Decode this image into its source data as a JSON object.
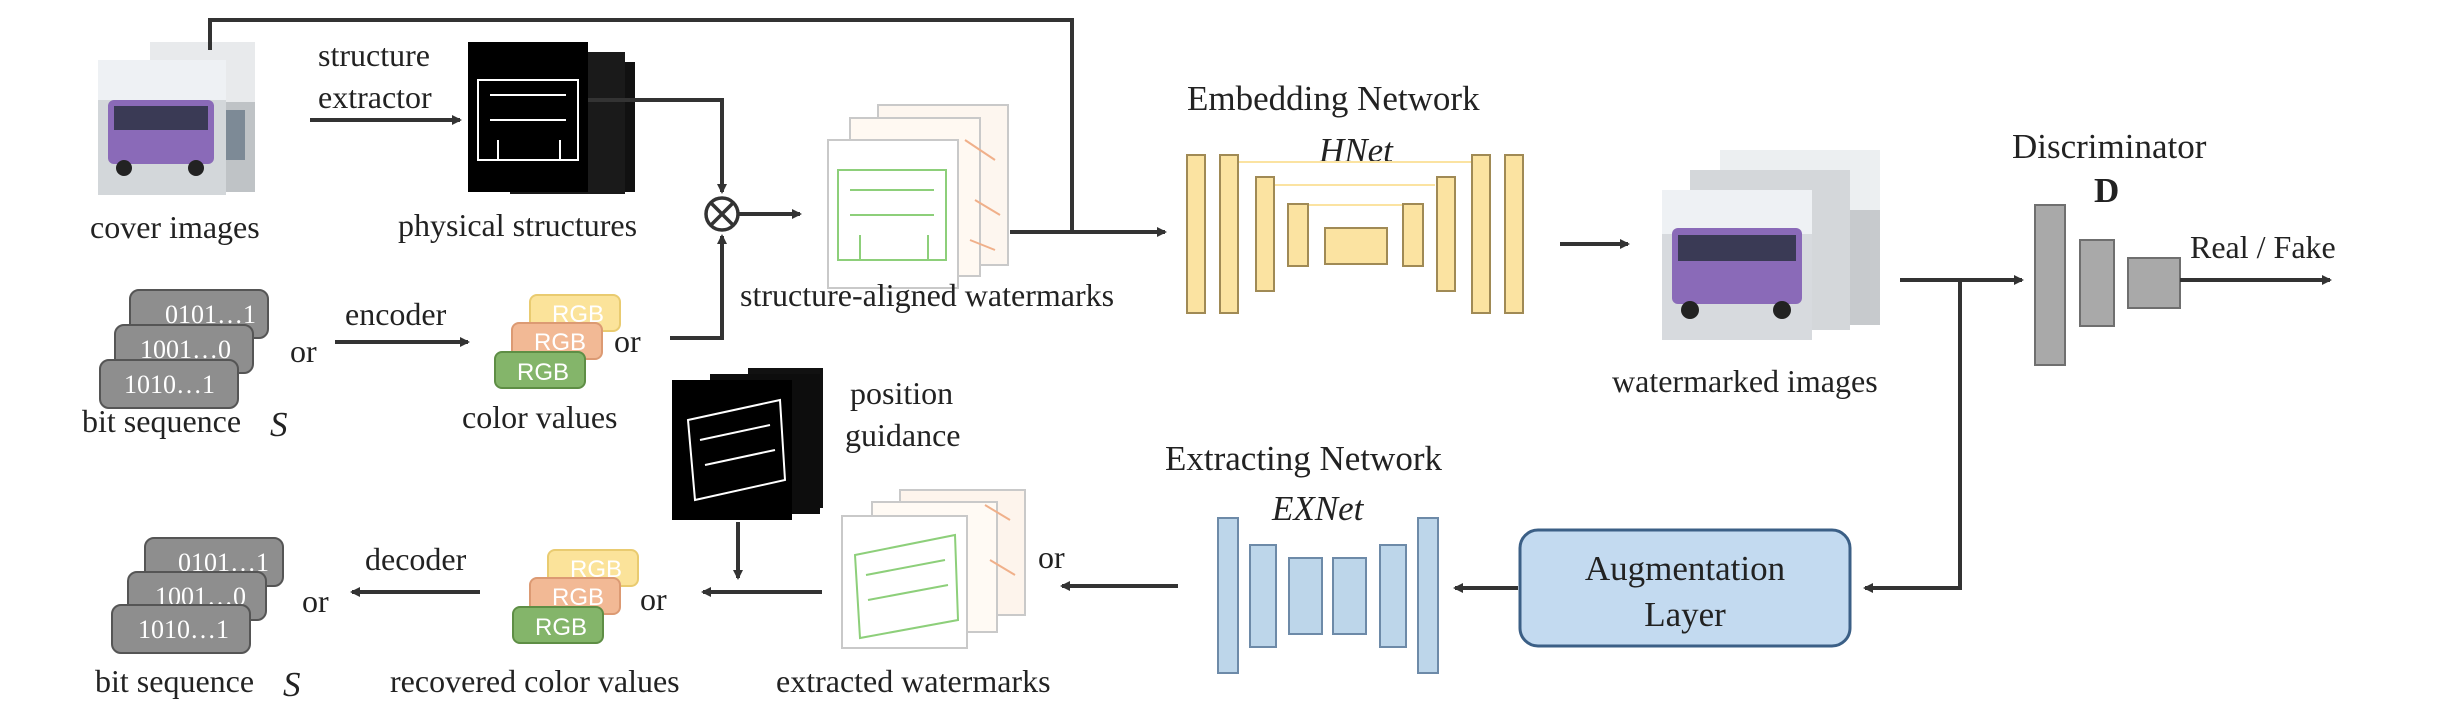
{
  "colors": {
    "embed_block": "#fbe3a1",
    "embed_stroke": "#a08a55",
    "extract_block": "#bdd6ea",
    "extract_stroke": "#6d8aa8",
    "disc_block": "#a9a9a9",
    "aug_fill": "#c3daf0",
    "aug_stroke": "#3b5f86",
    "arrow": "#333333",
    "bus": "#8a6ab8",
    "rgb_yellow": "#fbe39a",
    "rgb_orange": "#f2b995",
    "rgb_green": "#84b56a",
    "bits_gray": "#8e8e8e",
    "watermark_green": "#8dcf7a",
    "watermark_orange": "#f0b08a"
  },
  "labels": {
    "cover_images": "cover images",
    "structure_extractor_1": "structure",
    "structure_extractor_2": "extractor",
    "physical_structures": "physical structures",
    "structure_aligned": "structure-aligned watermarks",
    "embedding_title": "Embedding Network",
    "hnet": "HNet",
    "watermarked_images": "watermarked images",
    "discriminator": "Discriminator",
    "disc_symbol": "D",
    "real_fake": "Real / Fake",
    "encoder": "encoder",
    "or_top_bits": "or",
    "or_top_colors": "or",
    "bit_sequence_top": "bit sequence",
    "color_values": "color values",
    "s_symbol": "S",
    "position_guidance_1": "position",
    "position_guidance_2": "guidance",
    "extracting_title": "Extracting Network",
    "exnet": "EXNet",
    "augmentation_1": "Augmentation",
    "augmentation_2": "Layer",
    "or_extracted": "or",
    "decoder": "decoder",
    "or_bottom_bits": "or",
    "or_bottom_colors": "or",
    "bit_sequence_bottom": "bit sequence",
    "recovered_color_values": "recovered color values",
    "extracted_watermarks": "extracted watermarks"
  },
  "bits": [
    "0101…1",
    "1001…0",
    "1010…1"
  ],
  "rgb": [
    "RGB",
    "RGB",
    "RGB"
  ]
}
